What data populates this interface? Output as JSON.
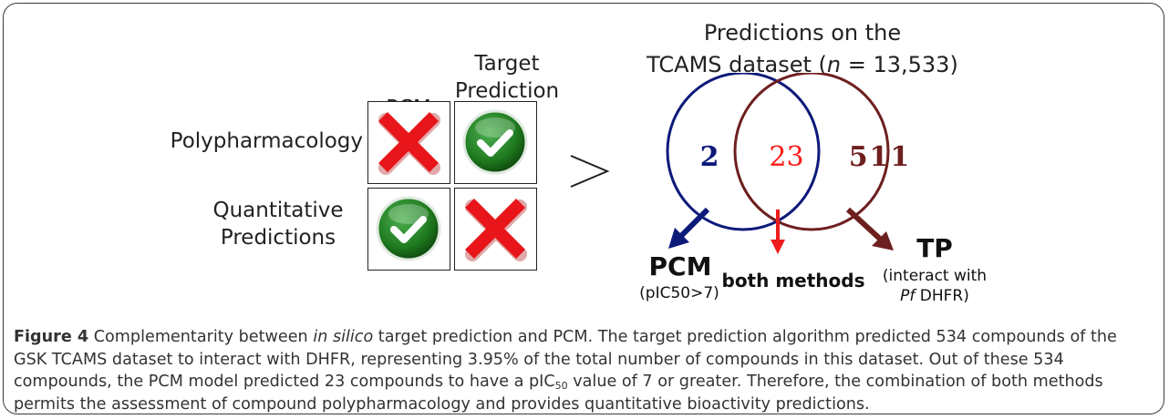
{
  "matrix": {
    "col_headers": {
      "pcm": "PCM",
      "target_prediction": "Target Prediction"
    },
    "row_headers": {
      "polypharmacology": "Polypharmacology",
      "quantitative": "Quantitative Predictions"
    },
    "cells": [
      {
        "row": "polypharmacology",
        "col": "pcm",
        "mark": "cross"
      },
      {
        "row": "polypharmacology",
        "col": "target_prediction",
        "mark": "check"
      },
      {
        "row": "quantitative",
        "col": "pcm",
        "mark": "check"
      },
      {
        "row": "quantitative",
        "col": "target_prediction",
        "mark": "cross"
      }
    ]
  },
  "venn": {
    "title_line1": "Predictions on the",
    "title_line2_pre": "TCAMS dataset (",
    "title_n": "n",
    "title_line2_post": " = 13,533)",
    "left_only": "2",
    "overlap": "23",
    "right_only": "511",
    "pcm_label": "PCM",
    "pcm_sub": "(pIC50>7)",
    "both_label": "both methods",
    "tp_label": "TP",
    "tp_sub1": "(interact with",
    "tp_sub2_italic": "Pf",
    "tp_sub2_rest": " DHFR)"
  },
  "colors": {
    "left_circle": "#0d1a7a",
    "right_circle": "#6e1f1f",
    "overlap_number": "#ff1a1a",
    "both_arrow": "#ee1c1c",
    "cross": "#e8151b",
    "check": "#2e8b2e"
  },
  "caption": {
    "label": "Figure 4",
    "t1": " Complementarity between ",
    "t2_italic": "in silico",
    "t3": " target prediction and PCM. The target prediction algorithm predicted 534 compounds of the GSK TCAMS dataset to interact with DHFR, representing 3.95% of the total number of compounds in this dataset. Out of these 534 compounds, the PCM model predicted 23 compounds to have a pIC",
    "t4_sub": "50",
    "t5": " value of 7 or greater. Therefore, the combination of both methods permits the assessment of compound polypharmacology and provides quantitative bioactivity predictions."
  }
}
